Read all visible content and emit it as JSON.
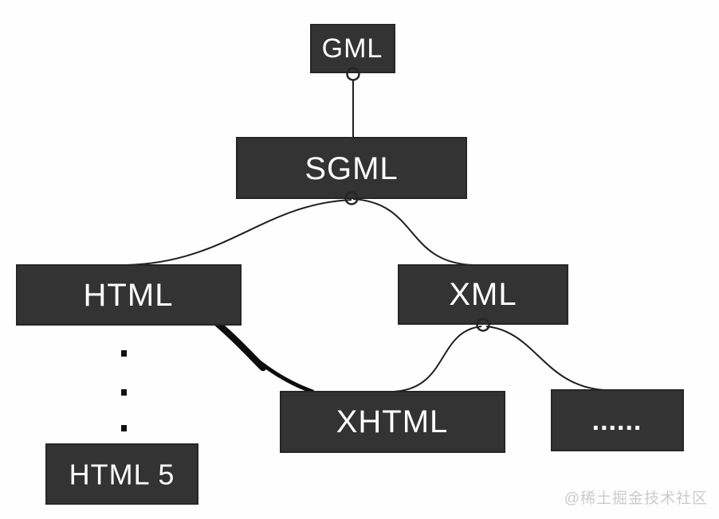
{
  "diagram": {
    "description": "Markup language family tree",
    "nodes": [
      {
        "id": "gml",
        "label": "GML"
      },
      {
        "id": "sgml",
        "label": "SGML"
      },
      {
        "id": "html",
        "label": "HTML"
      },
      {
        "id": "xml",
        "label": "XML"
      },
      {
        "id": "xhtml",
        "label": "XHTML"
      },
      {
        "id": "more",
        "label": "......"
      },
      {
        "id": "html5",
        "label": "HTML 5"
      }
    ],
    "edges": [
      {
        "from": "GML",
        "to": "SGML",
        "style": "line"
      },
      {
        "from": "SGML",
        "to": "HTML",
        "style": "curve"
      },
      {
        "from": "SGML",
        "to": "XML",
        "style": "curve"
      },
      {
        "from": "HTML",
        "to": "XHTML",
        "style": "thick-curve"
      },
      {
        "from": "XML",
        "to": "XHTML",
        "style": "curve"
      },
      {
        "from": "XML",
        "to": "......",
        "style": "curve"
      },
      {
        "from": "HTML",
        "to": "HTML 5",
        "style": "vertical-dots"
      }
    ],
    "colors": {
      "node_background": "#333333",
      "node_text": "#ffffff",
      "edge": "#1f1f1f",
      "background": "#fefefe"
    }
  },
  "watermark": "@稀土掘金技术社区"
}
